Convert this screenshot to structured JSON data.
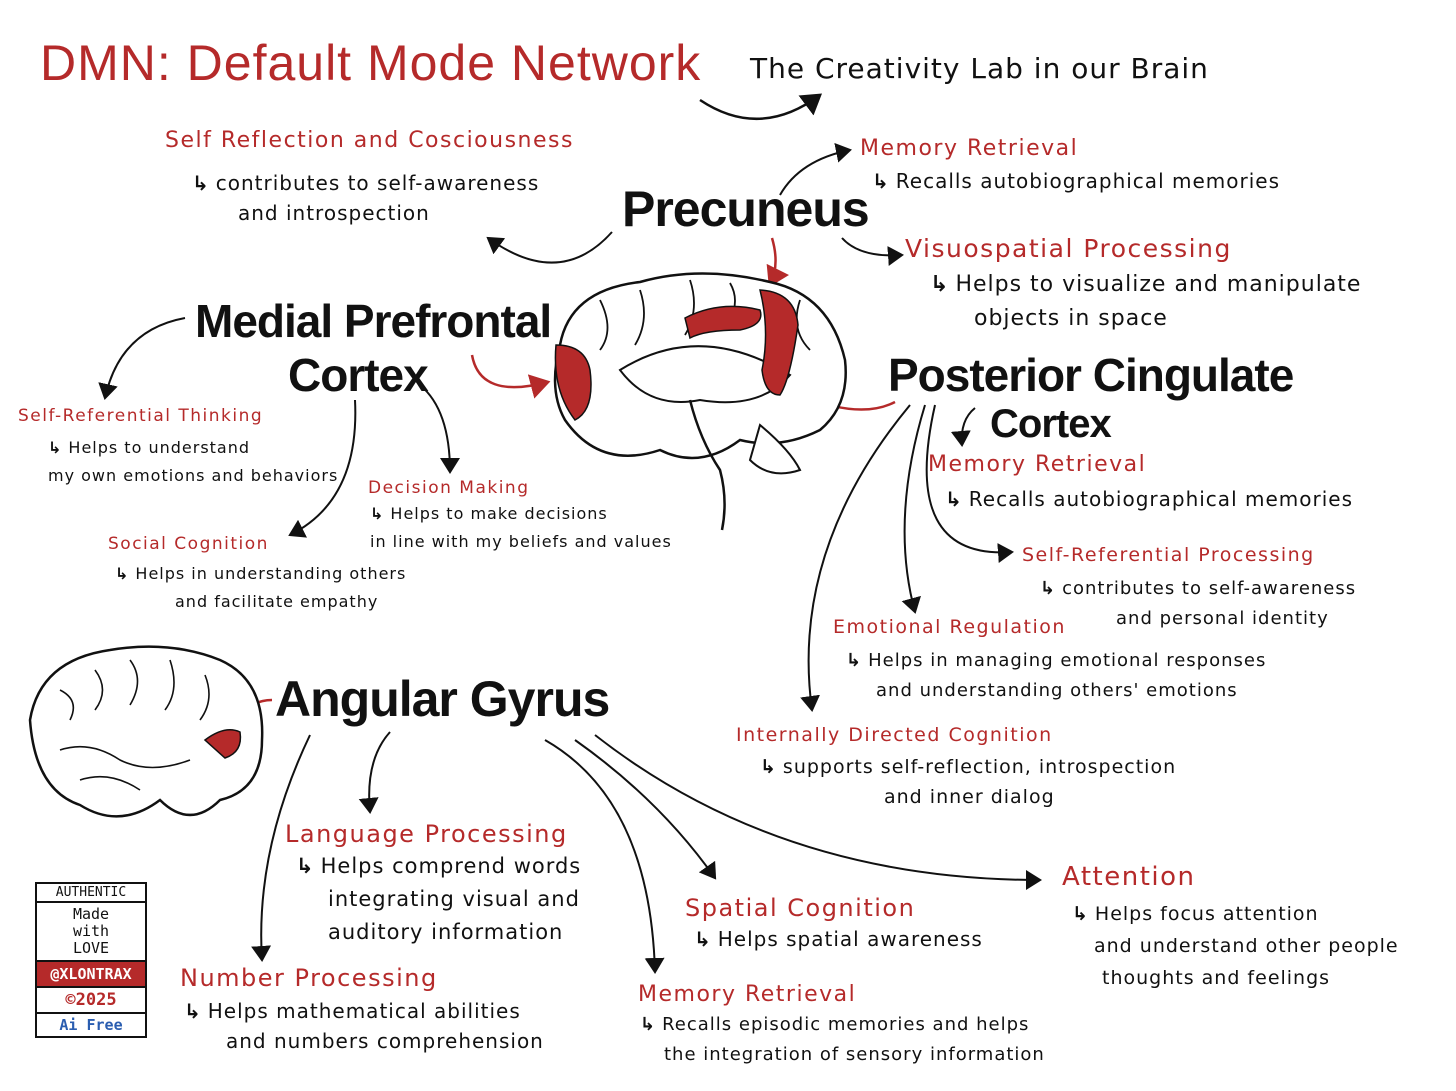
{
  "title": {
    "main": "DMN: Default Mode Network",
    "subtitle": "The Creativity Lab in our Brain"
  },
  "precuneus": {
    "name": "Precuneus",
    "items": [
      {
        "heading": "Self Reflection and Cosciousness",
        "lines": [
          "contributes to self-awareness",
          "and introspection"
        ]
      },
      {
        "heading": "Memory Retrieval",
        "lines": [
          "Recalls autobiographical memories"
        ]
      },
      {
        "heading": "Visuospatial Processing",
        "lines": [
          "Helps to visualize and manipulate",
          "objects in space"
        ]
      }
    ]
  },
  "mpfc": {
    "name_line1": "Medial Prefrontal",
    "name_line2": "Cortex",
    "items": [
      {
        "heading": "Self-Referential Thinking",
        "lines": [
          "Helps to understand",
          "my own emotions and behaviors"
        ]
      },
      {
        "heading": "Decision Making",
        "lines": [
          "Helps to make decisions",
          "in line with my beliefs and values"
        ]
      },
      {
        "heading": "Social Cognition",
        "lines": [
          "Helps in understanding others",
          "and facilitate empathy"
        ]
      }
    ]
  },
  "pcc": {
    "name_line1": "Posterior Cingulate",
    "name_line2": "Cortex",
    "items": [
      {
        "heading": "Memory Retrieval",
        "lines": [
          "Recalls autobiographical memories"
        ]
      },
      {
        "heading": "Self-Referential Processing",
        "lines": [
          "contributes to self-awareness",
          "and personal identity"
        ]
      },
      {
        "heading": "Emotional Regulation",
        "lines": [
          "Helps in managing emotional responses",
          "and understanding others' emotions"
        ]
      },
      {
        "heading": "Internally Directed Cognition",
        "lines": [
          "supports self-reflection, introspection",
          "and inner dialog"
        ]
      }
    ]
  },
  "angular": {
    "name": "Angular Gyrus",
    "items": [
      {
        "heading": "Language Processing",
        "lines": [
          "Helps comprend words",
          "integrating visual and",
          "auditory information"
        ]
      },
      {
        "heading": "Spatial Cognition",
        "lines": [
          "Helps spatial awareness"
        ]
      },
      {
        "heading": "Attention",
        "lines": [
          "Helps focus attention",
          "and understand other people",
          "thoughts and feelings"
        ]
      },
      {
        "heading": "Number Processing",
        "lines": [
          "Helps mathematical abilities",
          "and numbers comprehension"
        ]
      },
      {
        "heading": "Memory Retrieval",
        "lines": [
          "Recalls episodic memories and helps",
          "the integration of sensory information"
        ]
      }
    ]
  },
  "badge": {
    "line1": "AUTHENTIC",
    "line2": "Made",
    "line3": "with",
    "line4": "LOVE",
    "handle": "@XLONTRAX",
    "year": "©2025",
    "tag": "Ai Free"
  },
  "icons": {
    "arrow": "↳"
  },
  "colors": {
    "accent": "#b52a2a",
    "ink": "#111111"
  }
}
